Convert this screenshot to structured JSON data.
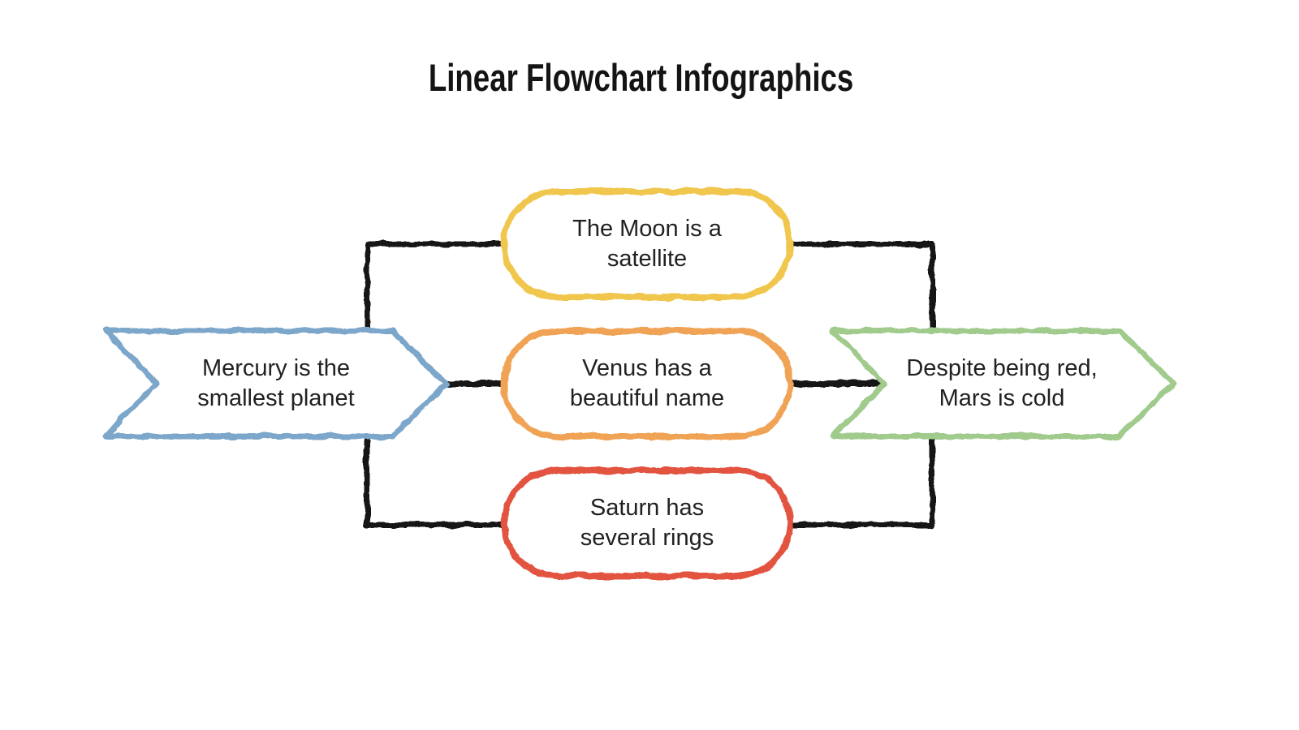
{
  "title": "Linear Flowchart Infographics",
  "colors": {
    "background": "#ffffff",
    "connector": "#161616",
    "text": "#212121",
    "title_text": "#141414",
    "mercury": "#7BA7CB",
    "moon": "#F0C64E",
    "venus": "#F0A355",
    "saturn": "#E25241",
    "mars": "#A0CB8D"
  },
  "nodes": {
    "mercury": {
      "shape": "arrow-banner",
      "color": "#7BA7CB",
      "lines": [
        "Mercury is the",
        "smallest planet"
      ]
    },
    "moon": {
      "shape": "rounded-pill",
      "color": "#F0C64E",
      "lines": [
        "The Moon is a",
        "satellite"
      ]
    },
    "venus": {
      "shape": "rounded-pill",
      "color": "#F0A355",
      "lines": [
        "Venus has a",
        "beautiful name"
      ]
    },
    "saturn": {
      "shape": "rounded-pill",
      "color": "#E25241",
      "lines": [
        "Saturn has",
        "several rings"
      ]
    },
    "mars": {
      "shape": "arrow-banner",
      "color": "#A0CB8D",
      "lines": [
        "Despite being red,",
        "Mars is cold"
      ]
    }
  }
}
